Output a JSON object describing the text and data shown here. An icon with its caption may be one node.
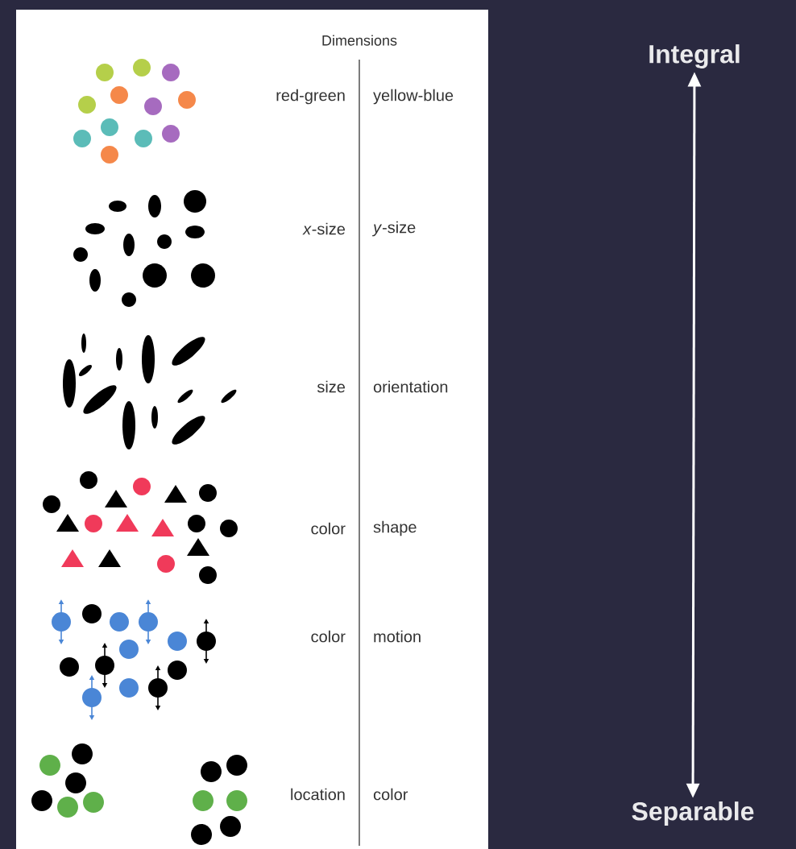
{
  "diagram": {
    "nodes": [
      {
        "text": [
          "Integral"
        ]
      },
      {
        "text": [
          "Separable"
        ]
      }
    ],
    "edges": [
      {
        "from": 1,
        "to": 0,
        "arrow": "both"
      }
    ],
    "labels": [
      "Dimensions",
      "red-green",
      "yellow-blue",
      "*x*-size",
      "*y*-size",
      "size",
      "orientation",
      "color",
      "shape",
      "color",
      "motion",
      "location",
      "color"
    ]
  }
}
